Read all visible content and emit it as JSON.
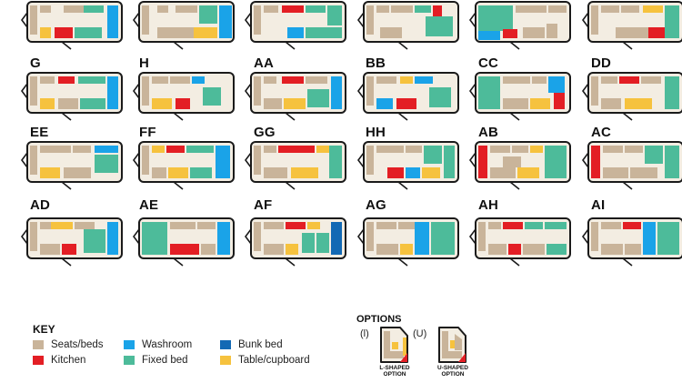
{
  "colors": {
    "seat": "#c9b49a",
    "kitchen": "#e31e24",
    "washroom": "#1aa3e8",
    "fixed_bed": "#4dbb9a",
    "bunk": "#1369b4",
    "table": "#f6c23e",
    "floor": "#f3ede2",
    "outline": "#1a1a1a"
  },
  "layouts": [
    {
      "label": "",
      "id": "r0c0"
    },
    {
      "label": "",
      "id": "r0c1"
    },
    {
      "label": "",
      "id": "r0c2"
    },
    {
      "label": "",
      "id": "r0c3"
    },
    {
      "label": "",
      "id": "r0c4"
    },
    {
      "label": "",
      "id": "r0c5"
    },
    {
      "label": "G",
      "id": "G"
    },
    {
      "label": "H",
      "id": "H"
    },
    {
      "label": "AA",
      "id": "AA"
    },
    {
      "label": "BB",
      "id": "BB"
    },
    {
      "label": "CC",
      "id": "CC"
    },
    {
      "label": "DD",
      "id": "DD"
    },
    {
      "label": "EE",
      "id": "EE"
    },
    {
      "label": "FF",
      "id": "FF"
    },
    {
      "label": "GG",
      "id": "GG"
    },
    {
      "label": "HH",
      "id": "HH"
    },
    {
      "label": "AB",
      "id": "AB"
    },
    {
      "label": "AC",
      "id": "AC"
    },
    {
      "label": "AD",
      "id": "AD"
    },
    {
      "label": "AE",
      "id": "AE"
    },
    {
      "label": "AF",
      "id": "AF"
    },
    {
      "label": "AG",
      "id": "AG"
    },
    {
      "label": "AH",
      "id": "AH"
    },
    {
      "label": "AI",
      "id": "AI"
    }
  ],
  "key": {
    "title": "KEY",
    "items": [
      {
        "label": "Seats/beds",
        "color": "#c9b49a"
      },
      {
        "label": "Kitchen",
        "color": "#e31e24"
      },
      {
        "label": "Washroom",
        "color": "#1aa3e8"
      },
      {
        "label": "Fixed bed",
        "color": "#4dbb9a"
      },
      {
        "label": "Bunk bed",
        "color": "#1369b4"
      },
      {
        "label": "Table/cupboard",
        "color": "#f6c23e"
      }
    ]
  },
  "options": {
    "title": "OPTIONS",
    "l_mark": "(l)",
    "u_mark": "(U)",
    "l_caption_1": "L-SHAPED",
    "l_caption_2": "OPTION",
    "u_caption_1": "U-SHAPED",
    "u_caption_2": "OPTION"
  }
}
